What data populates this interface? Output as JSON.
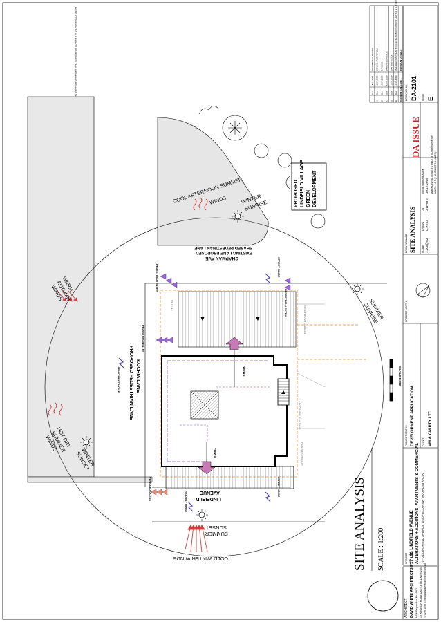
{
  "copyright": "NOTE: COPYRIGHT © ALL RIGHTS RESERVED. THIS DRAWING REMAINS THE PROPERTY OF DAVID WHITE ARCHITECTS. DO NOT SCALE. FIGURED DIMENSIONS TAKE PRECEDENCE. VERIFY ALL DIMENSIONS ON SITE BEFORE COMMENCING ANY WORK. ALL WORK TO COMPLY WITH NCC & RELEVANT AUSTRALIAN STANDARDS.",
  "architect": {
    "label": "ARCHITECT",
    "firm": "DAVID WHITE ARCHITECTS PTY LTD",
    "reg": "NSW Registration No. 4802",
    "addr": "16 WINDSOR ROAD, CASTLE HILL NSW 2154",
    "phone": "T: 0295 1092  E: info@davidwhitearchitects.com.au"
  },
  "plan": {
    "title": "SITE ANALYSIS",
    "scale": "SCALE : 1:200",
    "scale_bar": "SCALE 1:200"
  },
  "labels": {
    "cool_summer_1": "COOL AFTERNOON SUMMER",
    "cool_summer_2": "WINDS",
    "winter_sunrise_1": "WINTER",
    "winter_sunrise_2": "SUNRISE",
    "village_1": "PROPOSED",
    "village_2": "LINDFIELD VILLAGE",
    "village_3": "GREEN",
    "village_4": "DEVELOPMENT",
    "chapman_1": "CHAPMAN AVE",
    "chapman_2": "EXISTING LANE PROPOSED",
    "chapman_3": "SHARED PEDESTRIAN LANE",
    "ped_entry": "PEDESTRIAN ENTRY",
    "street_noise": "STREET NOISE",
    "summer_sunrise_1": "SUMMER",
    "summer_sunrise_2": "SUNRISE",
    "warm_1": "WARM",
    "warm_2": "AUTUMN",
    "warm_3": "WINDS",
    "apt_noise": "APARTMENT NOISE",
    "kochia_1": "KOCHIA LANE",
    "kochia_2": "PROPOSED PEDESTRIAN LANE",
    "hot_1": "HOT DRY",
    "hot_2": "SUMMER",
    "hot_3": "WINDS",
    "winter_sunset_1": "WINTER",
    "winter_sunset_2": "SUNSET",
    "views": "VIEWS",
    "neighbour_garage": "NEIGHBOUR GARAGE",
    "adjoining": "ADJOINING BUILDING",
    "pos": "POS NEIGHBOUR",
    "rl": "RL 87.11",
    "lindfield_1": "LINDFIELD",
    "lindfield_2": "AVENUE",
    "vehicle_access": "VEHICLE ACCESS",
    "rail_noise": "RAILWAY NOISE",
    "summer_sunset_1": "SUMMER",
    "summer_sunset_2": "SUNSET",
    "cold_winter": "COLD WINTER WINDS"
  },
  "title_block": {
    "project_label": "PROJECT",
    "project_1": "17 - 21 LINDFIELD AVENUE",
    "project_2": "ALTERATIONS + ADDITIONS: APARTMENTS & COMMERCIAL",
    "project_addr": "17 - 21 LINDFIELD AVENUE LINDFIELD NSW 2070 AUSTRALIA",
    "status_label": "PROJECT STATUS",
    "status": "DEVELOPMENT APPLICATION",
    "client_label": "CLIENT",
    "client": "VM & CM PTY LTD",
    "north_label": "PROJECT NORTH",
    "drawing_name_label": "DRAWING NAME",
    "drawing_name": "SITE ANALYSIS",
    "scale_label": "SCALE",
    "scale": "1:200@A3",
    "drawn_label": "DRAWN",
    "drawn": "D.REID",
    "qa_label": "QA",
    "qa": "D.WHITE",
    "issue_date_label": "ISSUE DATE/REASON",
    "issue_date": "10.12.2019",
    "drawing_no_label": "DRAWING NO.",
    "drawing_no": "DA-2101",
    "issue_label": "ISSUE",
    "issue": "E",
    "da_issue": "DA ISSUE",
    "amend_1": "AMENDED DA ISSUE TO DELETE SUBDIVISION OF",
    "amend_2": "UNITS 1 & 3 (2 UNITS INTO 4 UNITS)"
  },
  "revisions": {
    "headers": [
      "ISSUE",
      "INITIAL",
      "DATE",
      "REVISION DETAILS"
    ],
    "rows": [
      [
        "E",
        "D.w",
        "10.12.2019",
        "AMENDED DA ISSUE TO DELETE SUBDIVISION OF UNITS 1 & 3 (2 UNITS INTO 4 UNITS)"
      ],
      [
        "D",
        "D.w",
        "13.06.2019",
        "DA THIRD ISSUE"
      ],
      [
        "C",
        "D.w",
        "30.05.2019",
        "DA REVISED ISSUE"
      ],
      [
        "B",
        "D.w",
        "17.07.2018",
        "DA ISSUE"
      ],
      [
        "A",
        "D.w",
        "13.07.2018",
        "CONSULTANT REVIEW"
      ],
      [
        "-",
        "D.w",
        "15.11.2017",
        "PRELIMINARY REVIEW"
      ]
    ]
  }
}
